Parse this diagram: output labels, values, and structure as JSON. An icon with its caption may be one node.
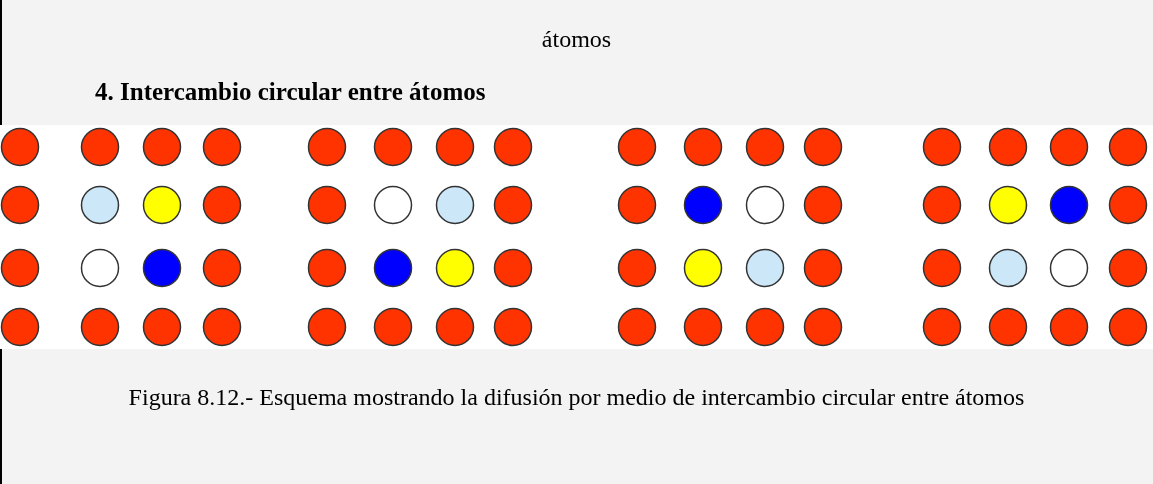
{
  "diagram": {
    "title": "4. Intercambio circular entre átomos",
    "caption": "Figura 8.12.- Esquema mostrando la difusión por medio de intercambio circular entre átomos",
    "labels": [
      "átomos"
    ]
  }
}
